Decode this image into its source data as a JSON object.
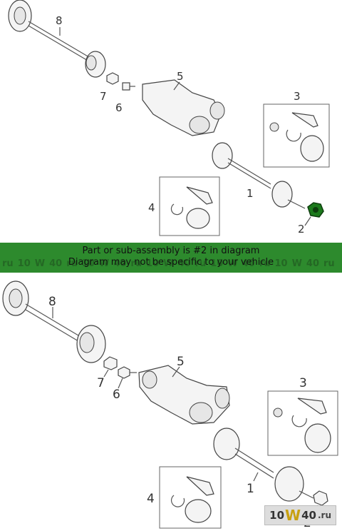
{
  "banner": {
    "line1": "Part or sub-assembly is #2 in diagram",
    "line2": "Diagram may not be specific to your vehicle",
    "color": "#2d8a2d",
    "watermark_tokens": [
      "ru",
      "10",
      "W",
      "40",
      "ru",
      "10",
      "W",
      "40",
      "ru",
      "10",
      "W",
      "40",
      "ru",
      "10",
      "W",
      "40",
      "ru",
      "10",
      "W",
      "40",
      "ru"
    ]
  },
  "callouts": [
    "1",
    "2",
    "3",
    "4",
    "5",
    "6",
    "7",
    "8"
  ],
  "watermark": {
    "pre": "10",
    "w": "W",
    "post": "40",
    "ru": ".ru"
  },
  "highlight": {
    "part": "2",
    "color": "#1c7a1c"
  }
}
